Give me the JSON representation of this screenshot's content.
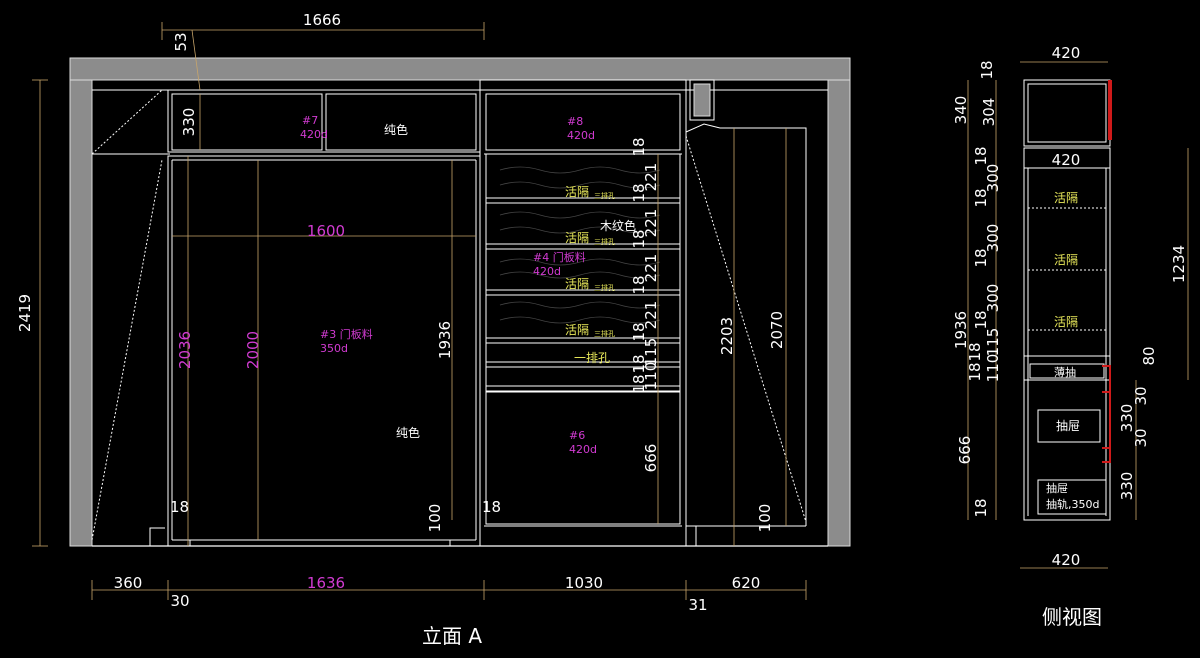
{
  "titles": {
    "elevation": "立面 A",
    "side": "侧视图"
  },
  "elevation": {
    "top_total": "1666",
    "top_small": "53",
    "height_total": "2419",
    "bottom": {
      "a": "360",
      "b": "1636",
      "c": "1030",
      "d": "620",
      "e": "30",
      "f": "31"
    },
    "top_cab": {
      "h": "330",
      "code": "#7",
      "spec": "420d",
      "finish": "纯色"
    },
    "left_door": {
      "code": "#3 门板料",
      "spec": "350d",
      "finish": "纯色",
      "w": "1600",
      "h1": "2036",
      "h2": "2000",
      "h3": "1936",
      "gap_l": "18",
      "gap_r": "18",
      "base": "100"
    },
    "mid": {
      "top_code": "#8",
      "top_spec": "420d",
      "door_code": "#4 门板料",
      "door_spec": "420d",
      "wood": "木纹色",
      "shelf_label": "活隔",
      "shelf_small": "三排孔",
      "hole_row": "一排孔",
      "dims": [
        "18",
        "221",
        "18",
        "221",
        "18",
        "221",
        "18",
        "221",
        "18",
        "115",
        "18",
        "110",
        "18"
      ],
      "low_code": "#6",
      "low_spec": "420d",
      "low_h": "666"
    },
    "right": {
      "h1": "2203",
      "h2": "2070",
      "base": "100"
    }
  },
  "side": {
    "top_w": "420",
    "mid_w": "420",
    "bot_w": "420",
    "top_h": "340",
    "top_inner": "304",
    "top_t": "18",
    "total_h": "1936",
    "right_h": "1234",
    "left_dims": [
      "18",
      "300",
      "18",
      "300",
      "18",
      "300",
      "18",
      "115",
      "18",
      "110",
      "18",
      "666",
      "18"
    ],
    "shelf_label": "活隔",
    "drawer_thin": "薄抽",
    "drawer": "抽屉",
    "drawer2": "抽屉",
    "rail": "抽轨,350d",
    "right_dims": [
      "80",
      "30",
      "330",
      "30",
      "330"
    ]
  }
}
